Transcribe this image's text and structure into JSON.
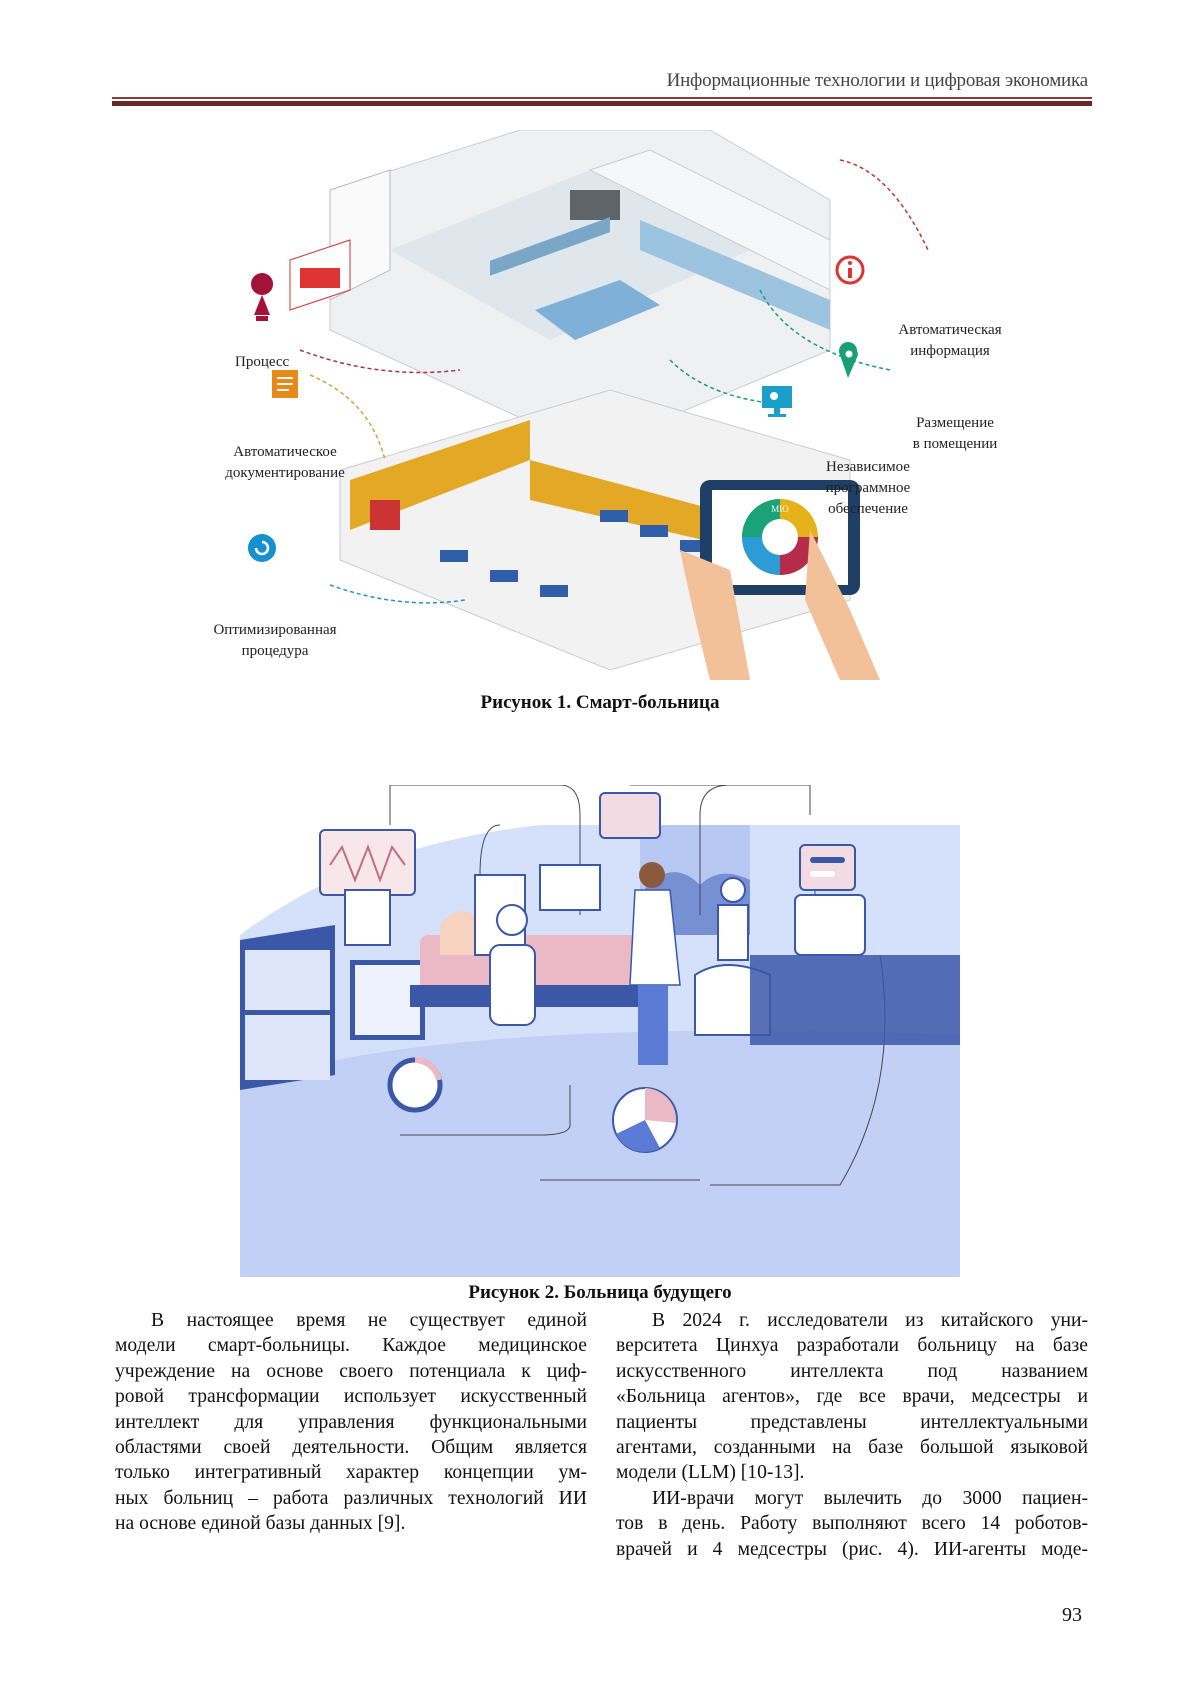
{
  "header": {
    "running_title": "Информационные технологии и цифровая экономика"
  },
  "figure1": {
    "caption": "Рисунок 1. Смарт-больница",
    "labels": {
      "process": "Процесс",
      "auto_doc_1": "Автоматическое",
      "auto_doc_2": "документирование",
      "optimized_1": "Оптимизированная",
      "optimized_2": "процедура",
      "auto_info_1": "Автоматическая",
      "auto_info_2": "информация",
      "placement_1": "Размещение",
      "placement_2": "в помещении",
      "software_1": "Независимое",
      "software_2": "программное",
      "software_3": "обеспечение"
    },
    "tablet_center_text": "MIO"
  },
  "figure2": {
    "caption": "Рисунок 2. Больница будущего"
  },
  "body": {
    "left_lines": [
      "В настоящее время не существует единой",
      "модели смарт-больницы. Каждое медицинское",
      "учреждение на основе своего потенциала к циф-",
      "ровой трансформации использует искусственный",
      "интеллект для управления функциональными",
      "областями своей деятельности. Общим является",
      "только интегративный характер концепции ум-",
      "ных больниц – работа различных технологий ИИ",
      "на основе единой базы данных [9]."
    ],
    "right_lines": [
      "В 2024 г. исследователи из китайского уни-",
      "верситета Цинхуа разработали больницу на базе",
      "искусственного интеллекта под названием",
      "«Больница агентов», где все врачи, медсестры и",
      "пациенты представлены интеллектуальными",
      "агентами, созданными на базе большой языковой",
      "модели (LLM) [10-13].",
      "ИИ-врачи могут вылечить до 3000 пациен-",
      "тов в день. Работу выполняют всего 14 роботов-",
      "врачей и 4 медсестры (рис. 4). ИИ-агенты моде-"
    ]
  },
  "page_number": "93",
  "colors": {
    "rule": "#6b2626",
    "fig2_bg": "#c9d6f7",
    "accent_blue": "#3b57a8"
  }
}
